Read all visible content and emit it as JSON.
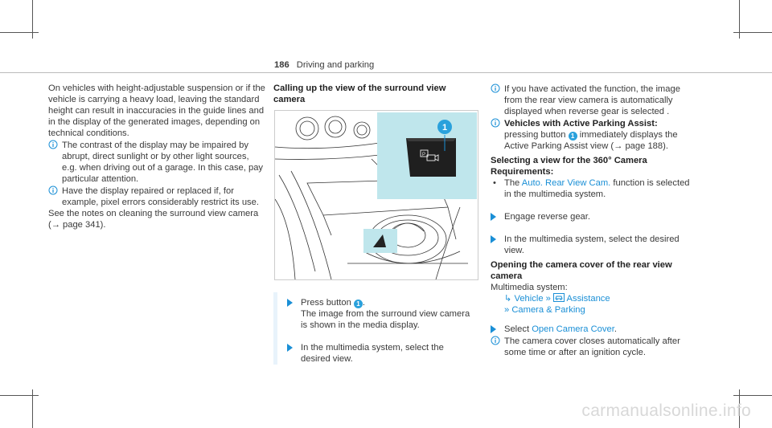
{
  "header": {
    "page_number": "186",
    "section": "Driving and parking"
  },
  "col1": {
    "para1": "On vehicles with height-adjustable suspension or if the vehicle is carrying a heavy load, leaving the standard height can result in inaccuracies in the guide lines and in the display of the generated images, depending on technical conditions.",
    "note1": "The contrast of the display may be impaired by abrupt, direct sunlight or by other light sources, e.g. when driving out of a garage. In this case, pay particular attention.",
    "note2": "Have the display repaired or replaced if, for example, pixel errors considerably restrict its use.",
    "para2": "See the notes on cleaning the surround view camera (→ page 341)."
  },
  "col2": {
    "heading": "Calling up the view of the surround view camera",
    "callout": "1",
    "step1_pre": "Press button",
    "step1_post": ".",
    "step1_line2": "The image from the surround view camera is shown in the media display.",
    "step2": "In the multimedia system, select the desired view."
  },
  "col3": {
    "note1": "If you have activated the function, the image from the rear view camera is automatically displayed when reverse gear is selected .",
    "note2_title": "Vehicles with Active Parking Assist:",
    "note2_pre": "pressing button",
    "note2_post": "immediately displays the Active Parking Assist view (→ page 188).",
    "heading1": "Selecting a view for the 360° Camera",
    "req_label": "Requirements:",
    "req_pre": "The",
    "req_mm": "Auto. Rear View Cam.",
    "req_post": "function is selected in the multimedia system.",
    "step1": "Engage reverse gear.",
    "step2": "In the multimedia system, select the desired view.",
    "heading2": "Opening the camera cover of the rear view camera",
    "mm_label": "Multimedia system:",
    "path1": "Vehicle",
    "path2": "Assistance",
    "path3": "Camera & Parking",
    "step3_pre": "Select",
    "step3_mm": "Open Camera Cover",
    "step3_post": ".",
    "note3": "The camera cover closes automatically after some time or after an ignition cycle."
  },
  "watermark": "carmanualsonline.info",
  "colors": {
    "accent": "#1a8fd6",
    "highlight": "#bfe6ec",
    "step_bar": "#e8f3fb"
  }
}
